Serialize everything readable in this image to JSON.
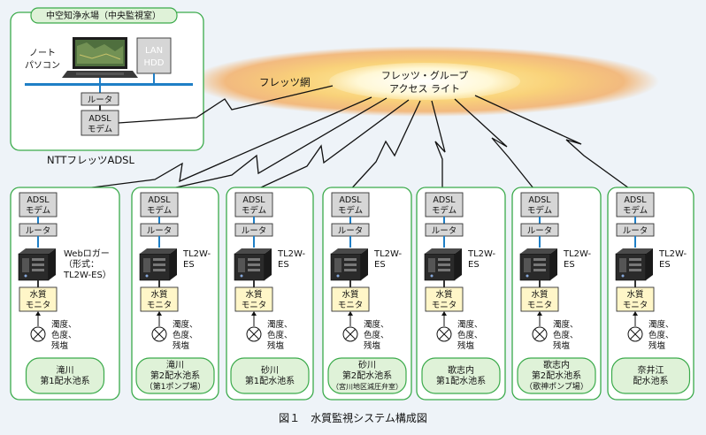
{
  "center": {
    "title": "中空知浄水場（中央監視室）",
    "notebook_line1": "ノート",
    "notebook_line2": "パソコン",
    "lan_hdd_line1": "LAN",
    "lan_hdd_line2": "HDD",
    "router": "ルータ",
    "adsl_line1": "ADSL",
    "adsl_line2": "モデム"
  },
  "network": {
    "flets_label": "フレッツ網",
    "group_line1": "フレッツ・グループ",
    "group_line2": "アクセス ライト",
    "ntt_label": "NTTフレッツADSL"
  },
  "site_common": {
    "adsl_line1": "ADSL",
    "adsl_line2": "モデム",
    "router": "ルータ",
    "monitor_line1": "水質",
    "monitor_line2": "モニタ",
    "sensor_line1": "濁度、",
    "sensor_line2": "色度、",
    "sensor_line3": "残塩"
  },
  "sites": [
    {
      "name_lines": [
        "滝川",
        "第1配水池系"
      ],
      "logger_lines": [
        "Webロガー",
        "（形式：",
        "TL2W-ES）"
      ]
    },
    {
      "name_lines": [
        "滝川",
        "第2配水池系",
        "（第1ポンプ場）"
      ],
      "logger_lines": [
        "TL2W-",
        "ES"
      ]
    },
    {
      "name_lines": [
        "砂川",
        "第1配水池系"
      ],
      "logger_lines": [
        "TL2W-",
        "ES"
      ]
    },
    {
      "name_lines": [
        "砂川",
        "第2配水池系",
        "（宮川地区減圧弁室）"
      ],
      "logger_lines": [
        "TL2W-",
        "ES"
      ]
    },
    {
      "name_lines": [
        "歌志内",
        "第1配水池系"
      ],
      "logger_lines": [
        "TL2W-",
        "ES"
      ]
    },
    {
      "name_lines": [
        "歌志内",
        "第2配水池系",
        "（歌神ポンプ場）"
      ],
      "logger_lines": [
        "TL2W-",
        "ES"
      ]
    },
    {
      "name_lines": [
        "奈井江",
        "配水池系"
      ],
      "logger_lines": [
        "TL2W-",
        "ES"
      ]
    }
  ],
  "caption": "図１　水質監視システム構成図"
}
